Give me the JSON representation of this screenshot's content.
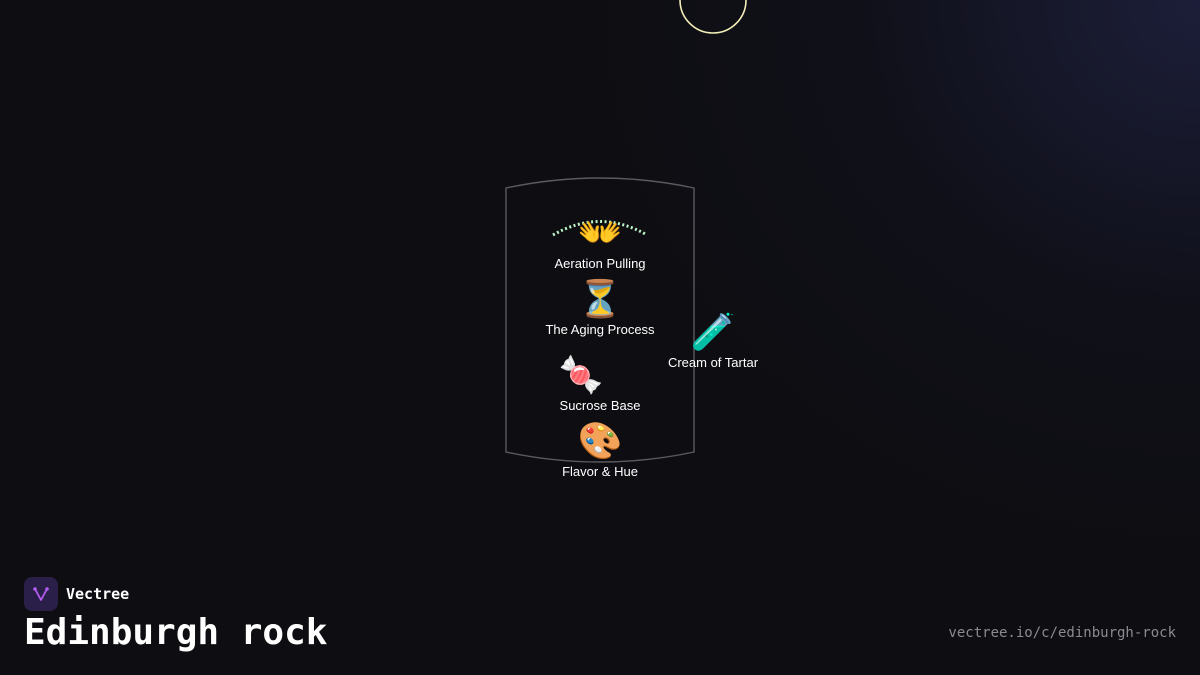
{
  "brand": {
    "name": "Vectree",
    "logo_icon": "vectree-fork-icon",
    "logo_color": "#b45cf0"
  },
  "title": "Edinburgh rock",
  "url": "vectree.io/c/edinburgh-rock",
  "colors": {
    "background": "#0e0e12",
    "container_stroke": "#5a5a60",
    "moon_stroke": "#f3efb8",
    "arc_dots": "#bdf5c8",
    "text": "#ffffff",
    "muted_text": "#8a8a92"
  },
  "diagram": {
    "nodes": [
      {
        "id": "aeration",
        "label": "Aeration Pulling",
        "icon": "open-hands-icon",
        "glyph": "👐"
      },
      {
        "id": "aging",
        "label": "The Aging Process",
        "icon": "hourglass-icon",
        "glyph": "⏳"
      },
      {
        "id": "sucrose",
        "label": "Sucrose Base",
        "icon": "candy-icon",
        "glyph": "🍬"
      },
      {
        "id": "flavor",
        "label": "Flavor & Hue",
        "icon": "palette-icon",
        "glyph": "🎨"
      },
      {
        "id": "tartar",
        "label": "Cream of Tartar",
        "icon": "test-tube-icon",
        "glyph": "🧪"
      }
    ]
  }
}
